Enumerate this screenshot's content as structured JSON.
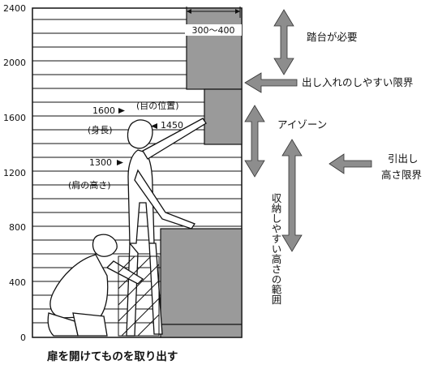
{
  "diagram": {
    "axis_ticks": [
      "2400",
      "2000",
      "1600",
      "1200",
      "800",
      "400",
      "0"
    ],
    "annotations": {
      "eye_level": "(目の位置)",
      "height_1600": "1600",
      "stature": "(身長)",
      "height_1450": "1450",
      "height_1300": "1300",
      "shoulder_height": "(肩の高さ)",
      "depth_range": "300〜400"
    },
    "labels": {
      "step_required": "踏台が必要",
      "reach_limit": "出し入れのしやすい限界",
      "eye_zone": "アイゾーン",
      "pull_limit_line1": "引出し",
      "pull_limit_line2": "高さ限界",
      "storage_range_vertical": "収納しやすい高さの範囲"
    },
    "caption": "扉を開けてものを取り出す"
  },
  "colors": {
    "ink": "#111111",
    "cabinet_gray": "#9a9a9a",
    "arrow_gray": "#8d8d8d",
    "paper": "#ffffff"
  }
}
